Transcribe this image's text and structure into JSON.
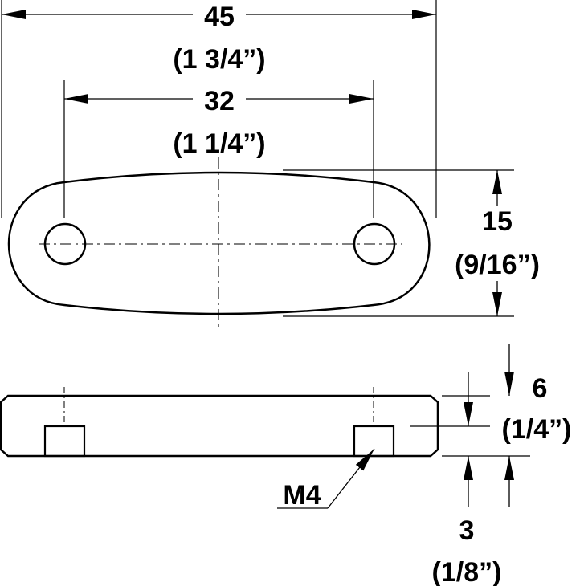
{
  "colors": {
    "stroke": "#000000",
    "background": "#ffffff"
  },
  "dimensions": {
    "overall_length": {
      "value": "45",
      "imperial": "(1 3/4”)"
    },
    "hole_spacing": {
      "value": "32",
      "imperial": "(1 1/4”)"
    },
    "width": {
      "value": "15",
      "imperial": "(9/16”)"
    },
    "height": {
      "value": "6",
      "imperial": "(1/4”)"
    },
    "thread_depth": {
      "value": "3",
      "imperial": "(1/8”)"
    },
    "thread": {
      "label": "M4"
    }
  }
}
